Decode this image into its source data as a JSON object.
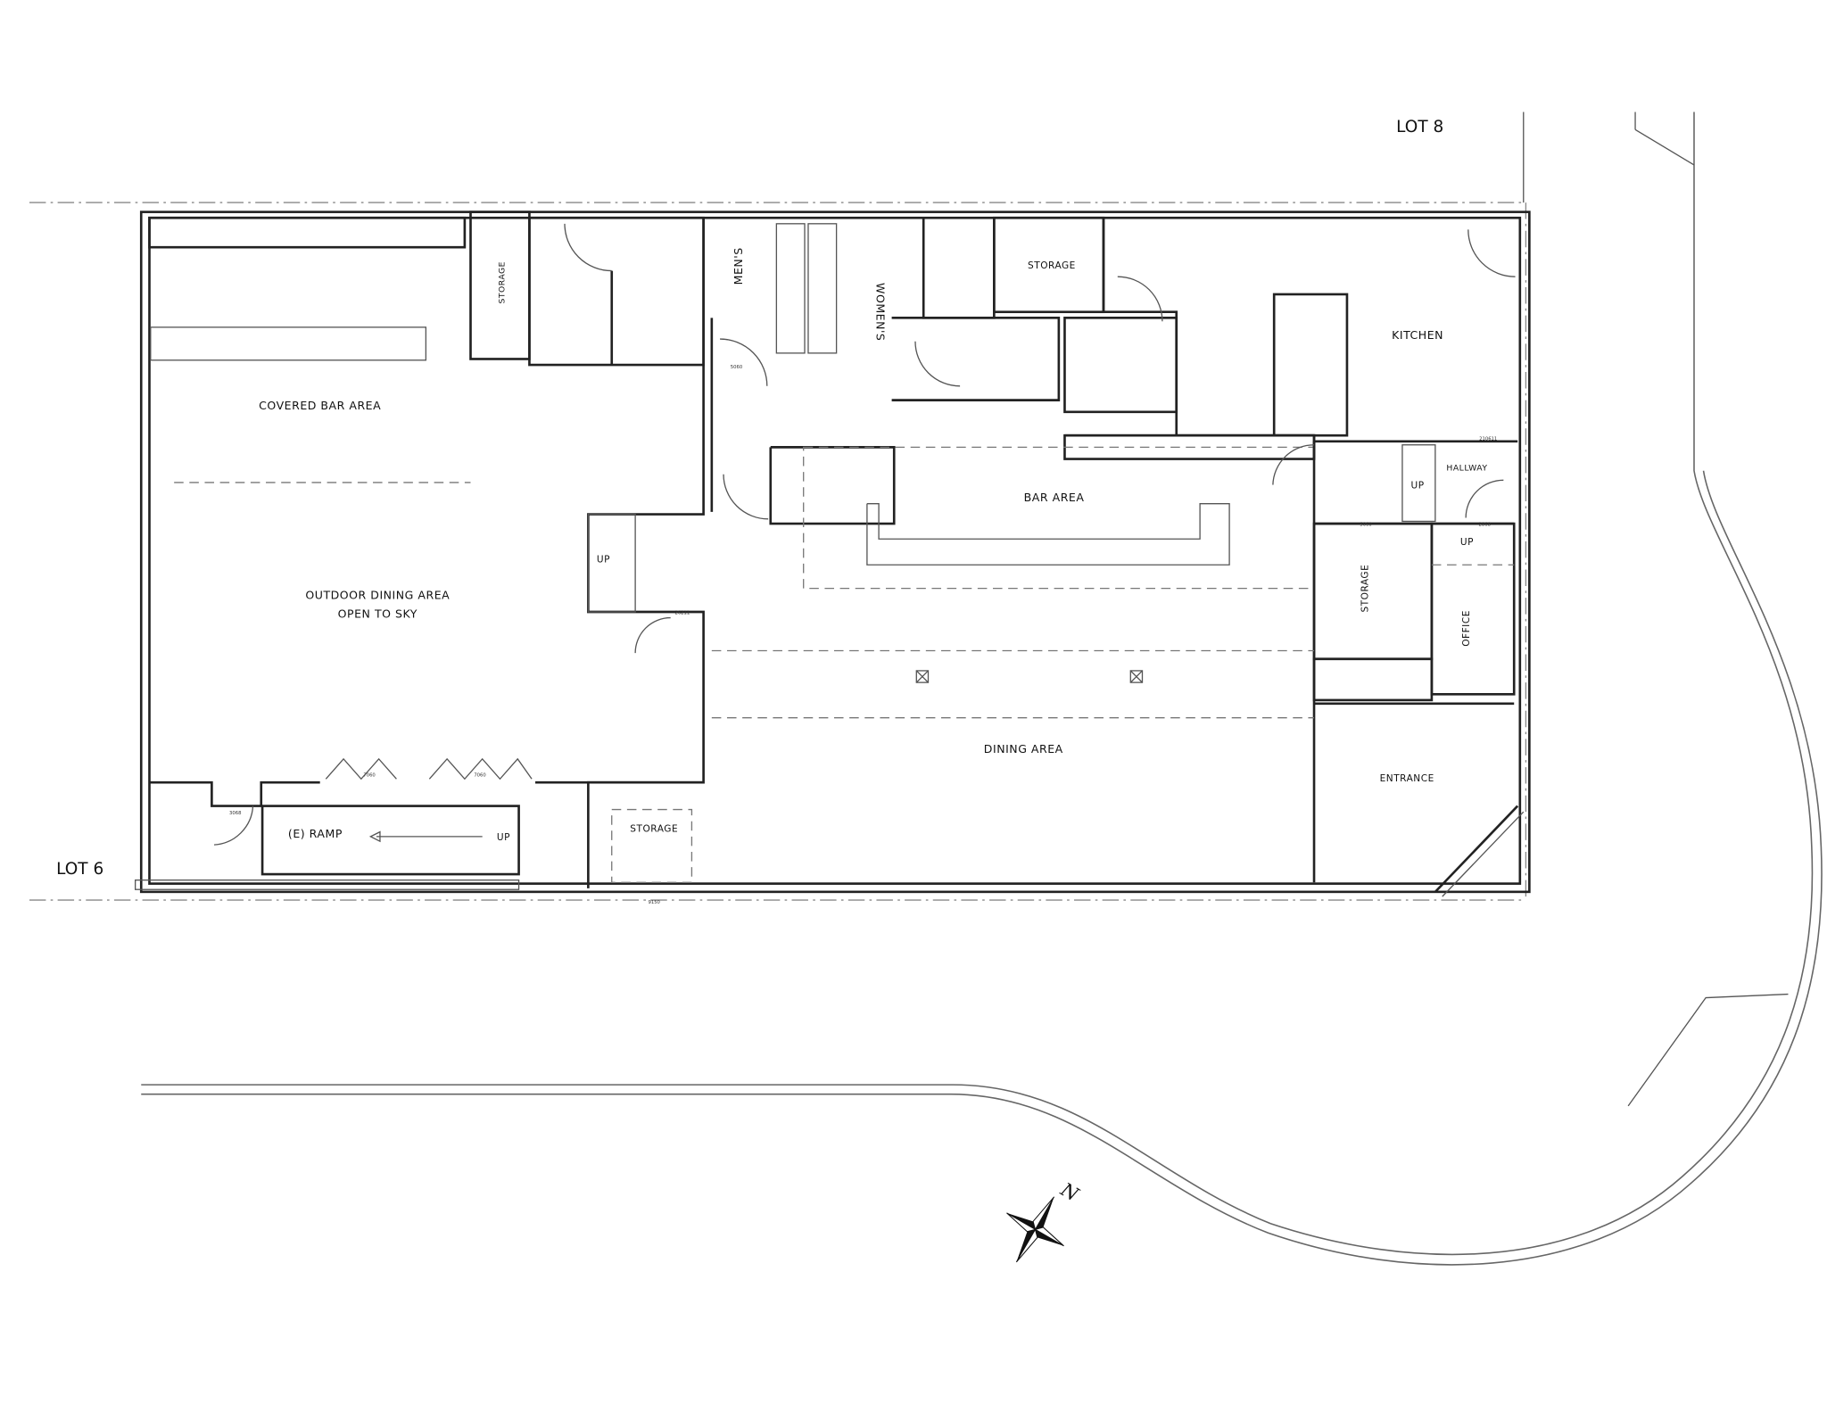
{
  "lots": {
    "top": "LOT 8",
    "left": "LOT 6"
  },
  "rooms": {
    "covered_bar": "COVERED BAR AREA",
    "outdoor_dining_1": "OUTDOOR DINING AREA",
    "outdoor_dining_2": "OPEN TO SKY",
    "storage_left": "STORAGE",
    "mens": "MEN'S",
    "womens": "WOMEN'S",
    "storage_top": "STORAGE",
    "kitchen": "KITCHEN",
    "bar_area": "BAR AREA",
    "hallway": "HALLWAY",
    "storage_right": "STORAGE",
    "office": "OFFICE",
    "dining_area": "DINING AREA",
    "entrance": "ENTRANCE",
    "storage_bottom": "STORAGE",
    "ramp": "(E) RAMP"
  },
  "stairs": {
    "up_label": "UP"
  },
  "dimensions": {
    "d3068": "3068",
    "d5060": "5060",
    "d2868": "2868",
    "d210611": "210611",
    "d7060": "7060",
    "d9150": "9150",
    "d26211": "26211"
  },
  "compass": {
    "north": "N"
  }
}
